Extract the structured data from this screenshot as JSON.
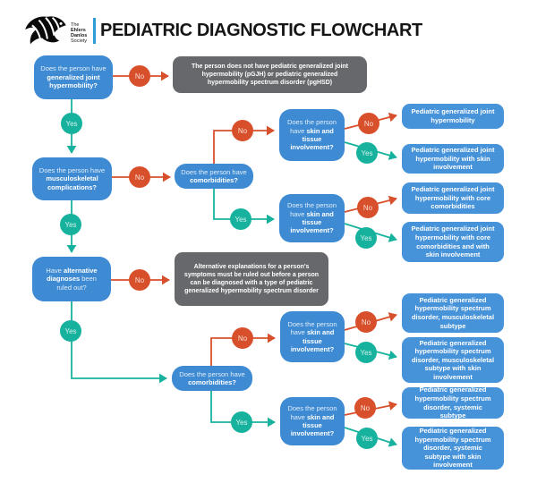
{
  "header": {
    "org": [
      "The",
      "Ehlers",
      "Danlos",
      "Society"
    ],
    "title": "PEDIATRIC DIAGNOSTIC FLOWCHART",
    "zebra_icon": "zebra-icon",
    "accent_color": "#2b9cd8"
  },
  "labels": {
    "yes": "Yes",
    "no": "No"
  },
  "colors": {
    "question_blue": "#3e8bd3",
    "outcome_blue": "#4693d9",
    "no_orange": "#d8502b",
    "yes_teal": "#16b29e",
    "gray_box": "#66686b",
    "title_black": "#151515"
  },
  "nodes": {
    "q1": {
      "normal": "Does the person have",
      "bold": "generalized joint hypermobility?"
    },
    "q2": {
      "normal": "Does the person have",
      "bold": "musculoskeletal complications?"
    },
    "q3": {
      "pre": "Have",
      "bold": "alternative diagnoses",
      "post": "been ruled out?"
    },
    "com": {
      "normal": "Does the person have",
      "bold": "comorbidities?"
    },
    "skin": {
      "normal": "Does the person have",
      "bold": "skin and tissue involvement?"
    },
    "gray1": "The person does not have pediatric generalized joint hypermobility (pGJH) or pediatric generalized hypermobility spectrum disorder (pgHSD)",
    "gray2": "Alternative explanations for a person's symptoms must be ruled out before a person can be diagnosed with a type of pediatric generalized hypermobility spectrum disorder",
    "out1": "Pediatric generalized joint hypermobility",
    "out2": "Pediatric generalized joint hypermobility with skin involvement",
    "out3": "Pediatric generalized joint hypermobility with core comorbidities",
    "out4": "Pediatric generalized joint hypermobility with core comorbidities and with skin involvement",
    "out5": "Pediatric generalized hypermobility spectrum disorder, musculoskeletal subtype",
    "out6": "Pediatric generalized hypermobility spectrum disorder, musculoskeletal subtype with skin involvement",
    "out7": "Pediatric generalized hypermobility spectrum disorder, systemic subtype",
    "out8": "Pediatric generalized hypermobility spectrum disorder, systemic subtype with skin involvement"
  }
}
